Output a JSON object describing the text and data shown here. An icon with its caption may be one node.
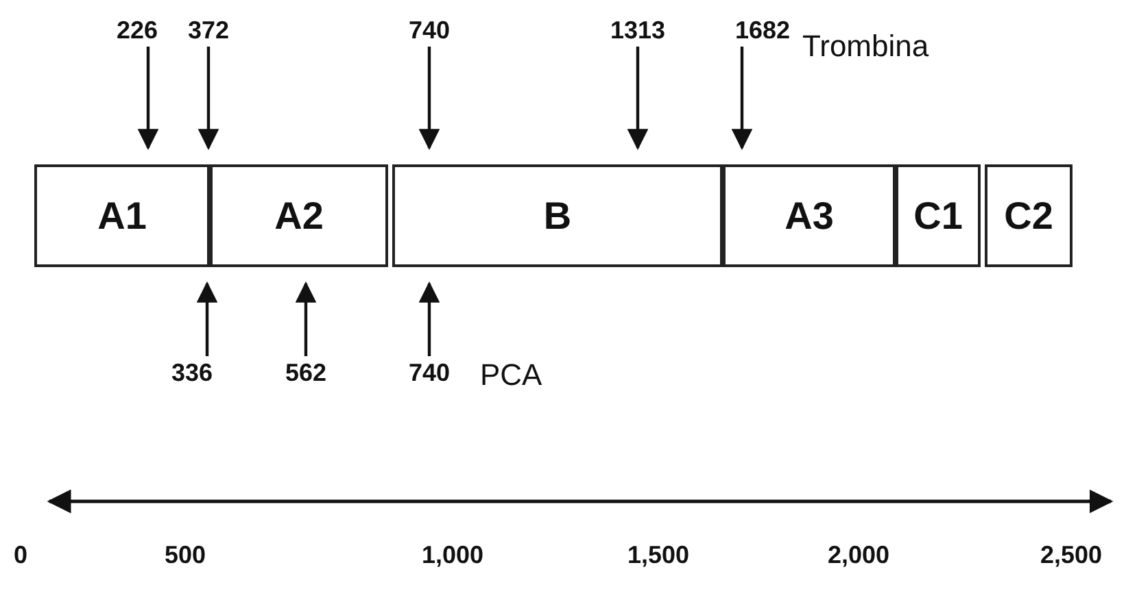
{
  "diagram": {
    "nodes": [
      {
        "text": [
          "A1"
        ]
      },
      {
        "text": [
          "A2"
        ]
      },
      {
        "text": [
          "B"
        ]
      },
      {
        "text": [
          "A3"
        ]
      },
      {
        "text": [
          "C1"
        ]
      },
      {
        "text": [
          "C2"
        ]
      },
      {
        "text": [
          "226"
        ]
      },
      {
        "text": [
          "372"
        ]
      },
      {
        "text": [
          "740"
        ]
      },
      {
        "text": [
          "1313"
        ]
      },
      {
        "text": [
          "1682"
        ]
      },
      {
        "text": [
          "336"
        ]
      },
      {
        "text": [
          "562"
        ]
      },
      {
        "text": [
          "740"
        ]
      }
    ],
    "edges": [
      {
        "from": 6,
        "to": 0,
        "arrow": "to"
      },
      {
        "from": 7,
        "to": 0,
        "arrow": "to"
      },
      {
        "from": 8,
        "to": 2,
        "arrow": "to"
      },
      {
        "from": 9,
        "to": 2,
        "arrow": "to"
      },
      {
        "from": 10,
        "to": 3,
        "arrow": "to"
      },
      {
        "from": 11,
        "to": 0,
        "arrow": "to"
      },
      {
        "from": 12,
        "to": 1,
        "arrow": "to"
      },
      {
        "from": 13,
        "to": 2,
        "arrow": "to"
      }
    ],
    "labels": [
      "Trombina",
      "PCA",
      "0",
      "500",
      "1,000",
      "1,500",
      "2,000",
      "2,500"
    ]
  }
}
